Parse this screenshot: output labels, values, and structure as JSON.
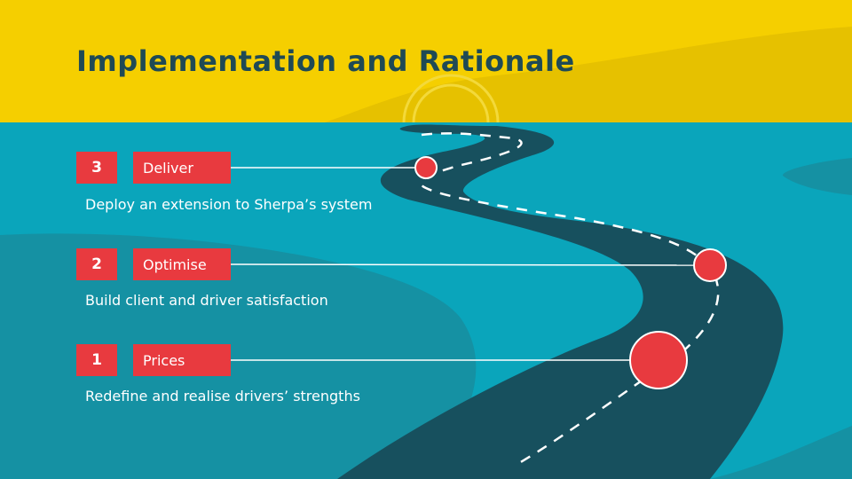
{
  "title": "Implementation and Rationale",
  "colors": {
    "sky": "#f5cf00",
    "water": "#0aa5bb",
    "road": "#17505e",
    "accent": "#e83a3f",
    "title_text": "#1f4a55",
    "body_text": "#ffffff"
  },
  "steps": [
    {
      "number": "3",
      "label": "Deliver",
      "description": "Deploy an extension to Sherpa’s system"
    },
    {
      "number": "2",
      "label": "Optimise",
      "description": "Build client and driver satisfaction"
    },
    {
      "number": "1",
      "label": "Prices",
      "description": "Redefine and realise drivers’ strengths"
    }
  ]
}
